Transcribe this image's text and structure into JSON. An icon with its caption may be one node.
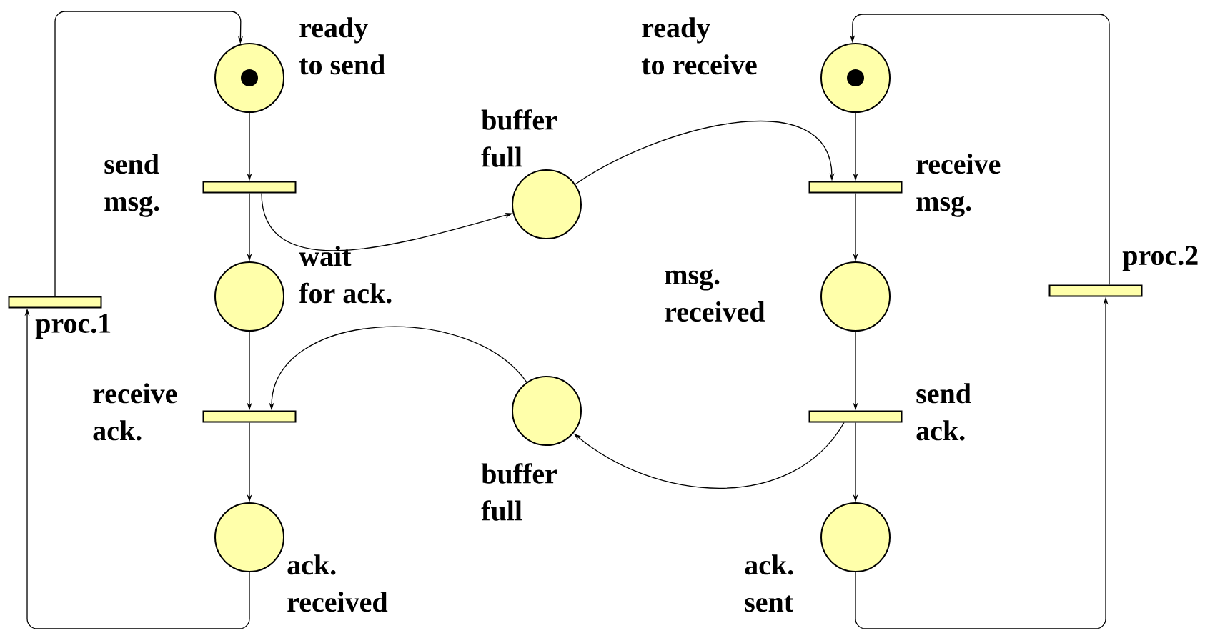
{
  "diagram": {
    "nodes": [
      {
        "text": [
          "ready to send"
        ]
      },
      {
        "text": [],
        "shape": "dot",
        "in": 0
      },
      {
        "text": [
          "send msg."
        ]
      },
      {
        "text": [
          "wait for ack."
        ]
      },
      {
        "text": [
          "receive ack."
        ]
      },
      {
        "text": [
          "ack. received"
        ]
      },
      {
        "text": [
          "proc.1"
        ]
      },
      {
        "text": [
          "buffer full"
        ]
      },
      {
        "text": [
          "buffer full"
        ]
      },
      {
        "text": [
          "ready to receive"
        ]
      },
      {
        "text": [],
        "shape": "dot",
        "in": 9
      },
      {
        "text": [
          "receive msg."
        ]
      },
      {
        "text": [
          "msg. received"
        ]
      },
      {
        "text": [
          "send ack."
        ]
      },
      {
        "text": [
          "ack. sent"
        ]
      },
      {
        "text": [
          "proc.2"
        ]
      }
    ],
    "edges": [
      {
        "from": 0,
        "to": 2,
        "arrow": "to"
      },
      {
        "from": 2,
        "to": 3,
        "arrow": "to"
      },
      {
        "from": 3,
        "to": 4,
        "arrow": "to"
      },
      {
        "from": 4,
        "to": 5,
        "arrow": "to"
      },
      {
        "from": 5,
        "to": 6,
        "arrow": "to"
      },
      {
        "from": 6,
        "to": 0,
        "arrow": "to"
      },
      {
        "from": 2,
        "to": 7,
        "arrow": "to"
      },
      {
        "from": 7,
        "to": 11,
        "arrow": "to"
      },
      {
        "from": 9,
        "to": 11,
        "arrow": "to"
      },
      {
        "from": 11,
        "to": 12,
        "arrow": "to"
      },
      {
        "from": 12,
        "to": 13,
        "arrow": "to"
      },
      {
        "from": 13,
        "to": 14,
        "arrow": "to"
      },
      {
        "from": 13,
        "to": 8,
        "arrow": "to"
      },
      {
        "from": 8,
        "to": 4,
        "arrow": "to"
      },
      {
        "from": 14,
        "to": 15,
        "arrow": "to"
      },
      {
        "from": 15,
        "to": 9,
        "arrow": "to"
      }
    ]
  }
}
